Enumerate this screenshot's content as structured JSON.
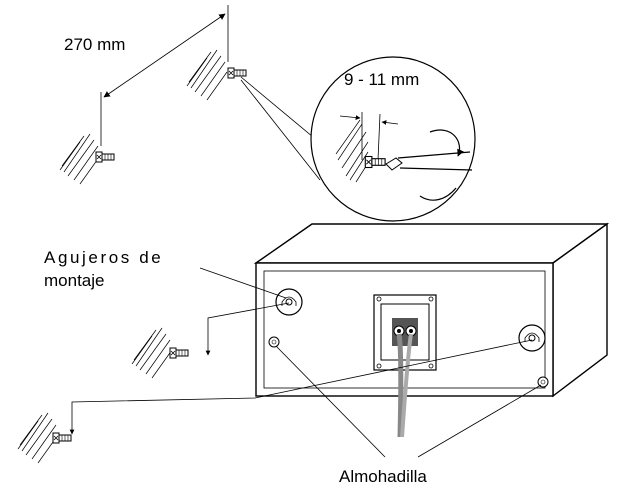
{
  "labels": {
    "distance": "270 mm",
    "depth": "9 - 11 mm",
    "holes_line1": "Agujeros de",
    "holes_line2": "montaje",
    "pad": "Almohadilla"
  },
  "icons": [
    "wall-screw-icon",
    "screwdriver-icon",
    "speaker-cabinet-icon",
    "rotation-arrow-icon"
  ]
}
